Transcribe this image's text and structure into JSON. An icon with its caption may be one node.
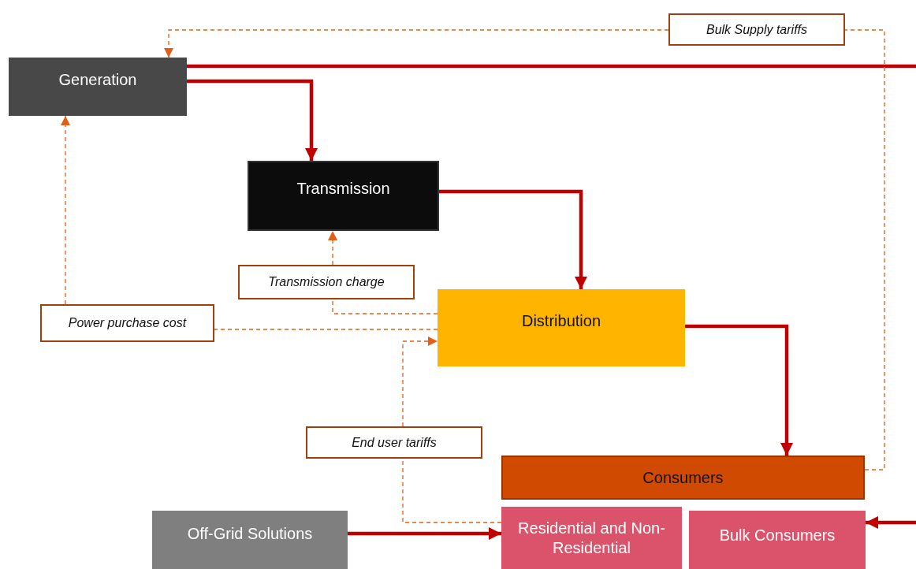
{
  "diagram": {
    "nodes": [
      {
        "text": [
          "Generation"
        ]
      },
      {
        "text": [
          "Transmission"
        ]
      },
      {
        "text": [
          "Distribution"
        ]
      },
      {
        "text": [
          "Consumers"
        ]
      },
      {
        "text": [
          "Residential and Non-Residential"
        ]
      },
      {
        "text": [
          "Bulk Consumers"
        ]
      },
      {
        "text": [
          "Off-Grid Solutions"
        ]
      },
      {
        "text": [
          "Bulk Supply tariffs"
        ]
      },
      {
        "text": [
          "Transmission charge"
        ]
      },
      {
        "text": [
          "Power purchase cost"
        ]
      },
      {
        "text": [
          "End user tariffs"
        ]
      }
    ],
    "edges": [
      {
        "from": 0,
        "to": 1,
        "arrow": "to",
        "style": "thick",
        "color": "#c00000"
      },
      {
        "from": 1,
        "to": 2,
        "arrow": "to",
        "style": "thick",
        "color": "#c00000"
      },
      {
        "from": 2,
        "to": 3,
        "arrow": "to",
        "style": "thick",
        "color": "#c00000"
      },
      {
        "from": 6,
        "to": 4,
        "arrow": "to",
        "style": "thick",
        "color": "#c00000"
      },
      {
        "from": 0,
        "to": null,
        "arrow": "none",
        "style": "thick",
        "color": "#c00000"
      },
      {
        "from": null,
        "to": 5,
        "arrow": "to",
        "style": "thick",
        "color": "#c00000"
      },
      {
        "from": 3,
        "to": 7,
        "arrow": "none",
        "style": "dashed"
      },
      {
        "from": 7,
        "to": 0,
        "arrow": "to",
        "style": "dashed"
      },
      {
        "from": 2,
        "to": 8,
        "arrow": "none",
        "style": "dashed"
      },
      {
        "from": 8,
        "to": 1,
        "arrow": "to",
        "style": "dashed"
      },
      {
        "from": 2,
        "to": 9,
        "arrow": "none",
        "style": "dashed"
      },
      {
        "from": 9,
        "to": 0,
        "arrow": "to",
        "style": "dashed"
      },
      {
        "from": 4,
        "to": 10,
        "arrow": "none",
        "style": "dashed"
      },
      {
        "from": 10,
        "to": 2,
        "arrow": "to",
        "style": "dashed"
      }
    ]
  }
}
